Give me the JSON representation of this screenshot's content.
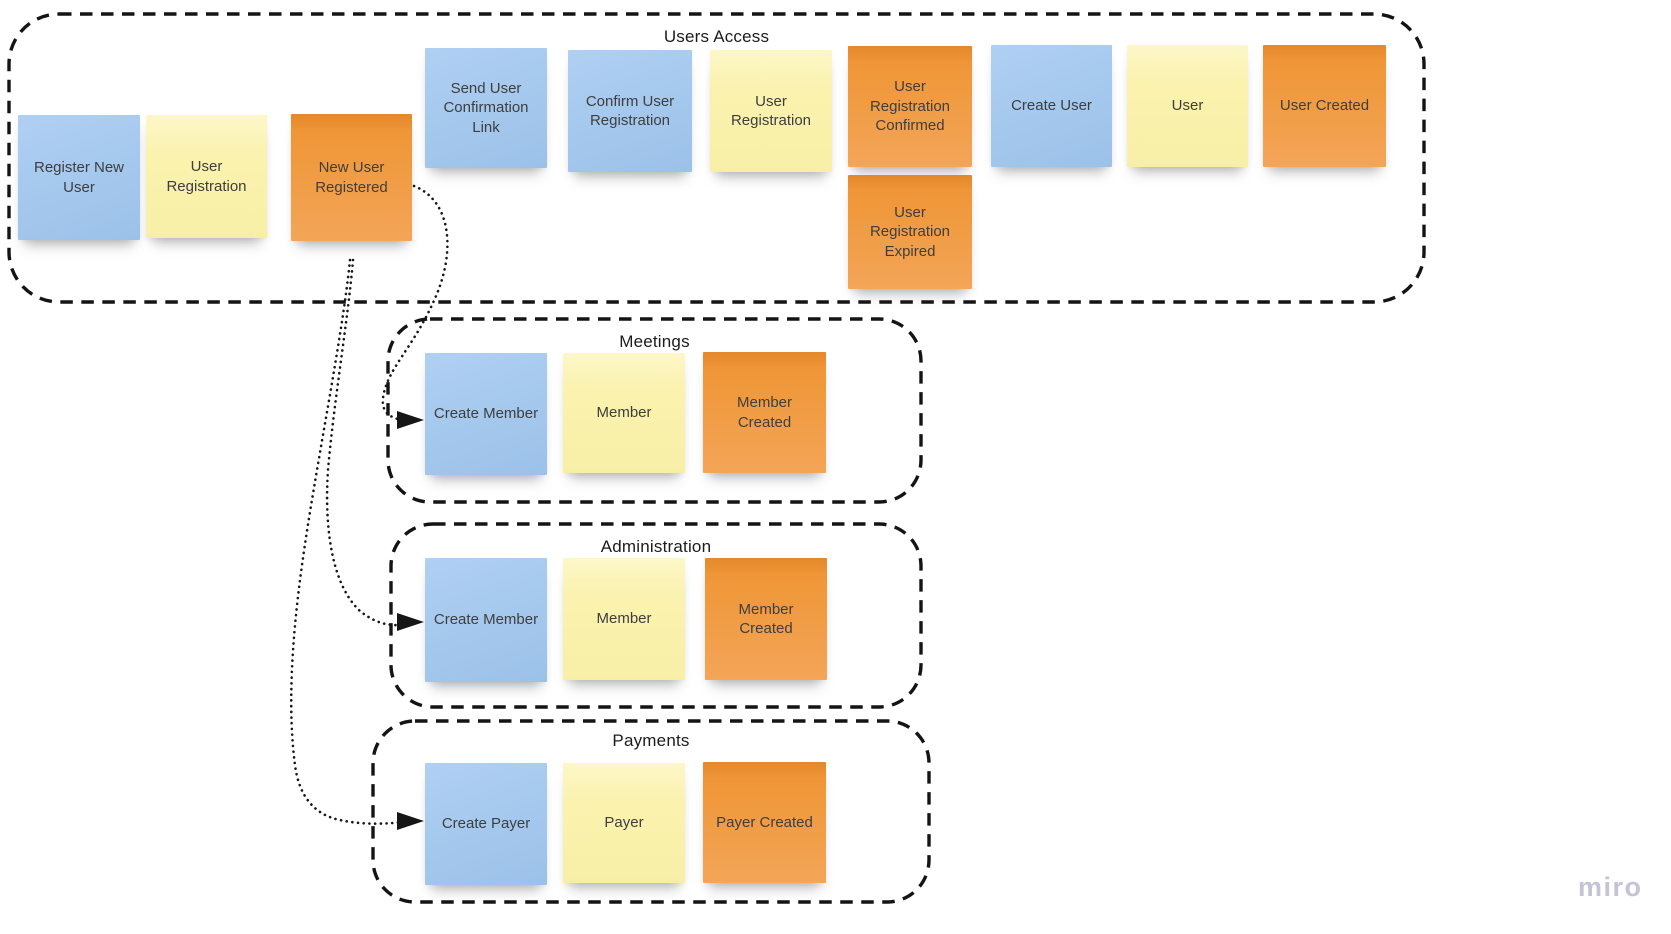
{
  "board": {
    "watermark": "miro",
    "colors": {
      "note_blue": "#a5c8ee",
      "note_yellow": "#faf2ae",
      "note_orange": "#f0993f",
      "frame_border": "#141414",
      "connector": "#141414",
      "note_text": "#3e3e3e",
      "title_text": "#1c1c1c",
      "watermark_color": "#c5c3d6",
      "background": "#ffffff"
    }
  },
  "groups": {
    "users_access": {
      "title": "Users Access",
      "notes": [
        {
          "label": "Register New User",
          "color": "blue"
        },
        {
          "label": "User Registration",
          "color": "yellow"
        },
        {
          "label": "New User Registered",
          "color": "orange"
        },
        {
          "label": "Send User Confirmation Link",
          "color": "blue"
        },
        {
          "label": "Confirm User Registration",
          "color": "blue"
        },
        {
          "label": "User Registration",
          "color": "yellow"
        },
        {
          "label": "User Registration Confirmed",
          "color": "orange"
        },
        {
          "label": "User Registration Expired",
          "color": "orange"
        },
        {
          "label": "Create User",
          "color": "blue"
        },
        {
          "label": "User",
          "color": "yellow"
        },
        {
          "label": "User Created",
          "color": "orange"
        }
      ]
    },
    "meetings": {
      "title": "Meetings",
      "notes": [
        {
          "label": "Create Member",
          "color": "blue"
        },
        {
          "label": "Member",
          "color": "yellow"
        },
        {
          "label": "Member Created",
          "color": "orange"
        }
      ]
    },
    "administration": {
      "title": "Administration",
      "notes": [
        {
          "label": "Create Member",
          "color": "blue"
        },
        {
          "label": "Member",
          "color": "yellow"
        },
        {
          "label": "Member Created",
          "color": "orange"
        }
      ]
    },
    "payments": {
      "title": "Payments",
      "notes": [
        {
          "label": "Create Payer",
          "color": "blue"
        },
        {
          "label": "Payer",
          "color": "yellow"
        },
        {
          "label": "Payer Created",
          "color": "orange"
        }
      ]
    }
  },
  "connectors": [
    {
      "from": "New User Registered",
      "to": "Meetings / Create Member",
      "style": "dotted-arrow"
    },
    {
      "from": "New User Registered",
      "to": "Administration / Create Member",
      "style": "dotted-arrow"
    },
    {
      "from": "New User Registered",
      "to": "Payments / Create Payer",
      "style": "dotted-arrow"
    }
  ]
}
